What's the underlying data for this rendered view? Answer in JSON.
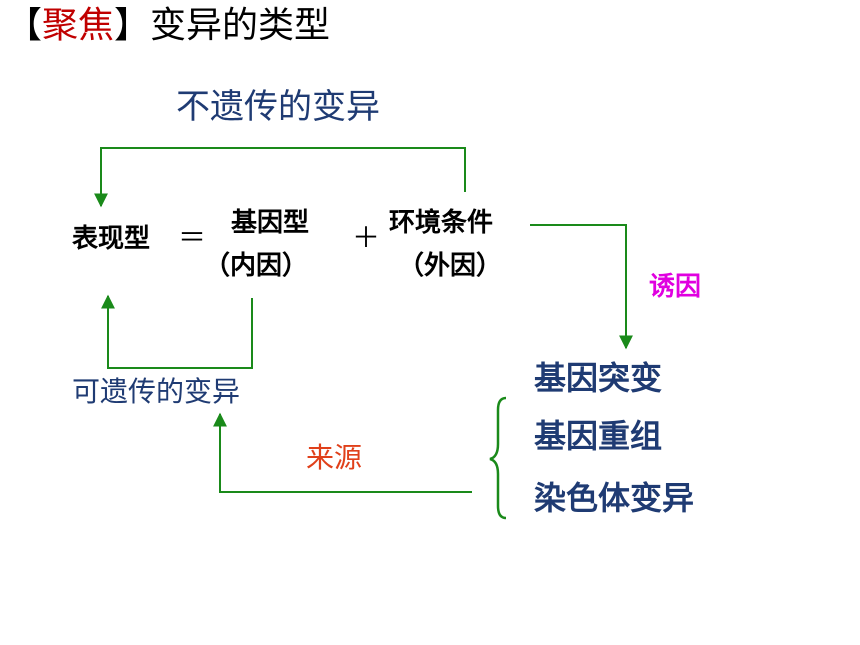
{
  "title": {
    "bracket_open": "【",
    "focus": "聚焦",
    "bracket_close": "】",
    "topic": "变异的类型"
  },
  "diagram": {
    "non_heritable": "不遗传的变异",
    "phenotype": "表现型",
    "equals": "＝",
    "genotype": "基因型",
    "genotype_note": "（内因）",
    "plus": "＋",
    "environment": "环境条件",
    "environment_note": "（外因）",
    "trigger": "诱因",
    "heritable": "可遗传的变异",
    "source": "来源",
    "kinds": [
      "基因突变",
      "基因重组",
      "染色体变异"
    ]
  },
  "colors": {
    "arrow": "#1a8a1a",
    "brace": "#1a8a1a",
    "accent_red": "#c00000",
    "trigger": "#e000e0",
    "source": "#e0401a",
    "navy": "#1f3b73"
  }
}
